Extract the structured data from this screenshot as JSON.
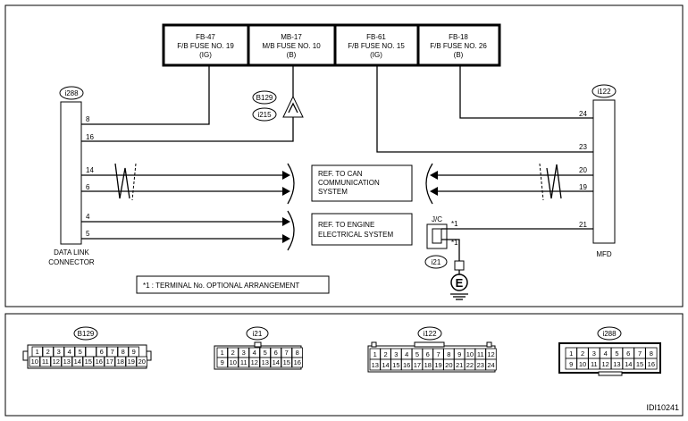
{
  "fuses": [
    {
      "id": "FB-47",
      "name": "F/B FUSE NO. 19",
      "supply": "(IG)"
    },
    {
      "id": "MB-17",
      "name": "M/B FUSE NO. 10",
      "supply": "(B)"
    },
    {
      "id": "FB-61",
      "name": "F/B FUSE NO. 15",
      "supply": "(IG)"
    },
    {
      "id": "FB-18",
      "name": "F/B FUSE NO. 26",
      "supply": "(B)"
    }
  ],
  "connectors": {
    "i288": "i288",
    "i122": "i122",
    "b129": "B129",
    "i215": "i215",
    "i21": "i21"
  },
  "dlc": {
    "label_line1": "DATA LINK",
    "label_line2": "CONNECTOR",
    "pins": [
      "8",
      "16",
      "14",
      "6",
      "4",
      "5"
    ]
  },
  "mfd": {
    "label": "MFD",
    "pins": [
      "24",
      "23",
      "20",
      "19",
      "21"
    ]
  },
  "refs": {
    "can_line1": "REF. TO CAN",
    "can_line2": "COMMUNICATION",
    "can_line3": "SYSTEM",
    "engine_line1": "REF. TO ENGINE",
    "engine_line2": "ELECTRICAL SYSTEM"
  },
  "jc": {
    "label": "J/C",
    "mark1": "*1",
    "mark2": "*1"
  },
  "ground": "E",
  "note": "*1  : TERMINAL No. OPTIONAL ARRANGEMENT",
  "connector_views": {
    "b129": {
      "name": "B129",
      "row1": [
        "1",
        "2",
        "3",
        "4",
        "5",
        "",
        "6",
        "7",
        "8",
        "9"
      ],
      "row2": [
        "10",
        "11",
        "12",
        "13",
        "14",
        "15",
        "16",
        "17",
        "18",
        "19",
        "20"
      ]
    },
    "i21": {
      "name": "i21",
      "row1": [
        "1",
        "2",
        "3",
        "4",
        "5",
        "6",
        "7",
        "8"
      ],
      "row2": [
        "9",
        "10",
        "11",
        "12",
        "13",
        "14",
        "15",
        "16"
      ]
    },
    "i122": {
      "name": "i122",
      "row1": [
        "1",
        "2",
        "3",
        "4",
        "5",
        "6",
        "7",
        "8",
        "9",
        "10",
        "11",
        "12"
      ],
      "row2": [
        "13",
        "14",
        "15",
        "16",
        "17",
        "18",
        "19",
        "20",
        "21",
        "22",
        "23",
        "24"
      ]
    },
    "i288": {
      "name": "i288",
      "row1": [
        "1",
        "2",
        "3",
        "4",
        "5",
        "6",
        "7",
        "8"
      ],
      "row2": [
        "9",
        "10",
        "11",
        "12",
        "13",
        "14",
        "15",
        "16"
      ]
    }
  },
  "diagram_code": "IDI10241"
}
